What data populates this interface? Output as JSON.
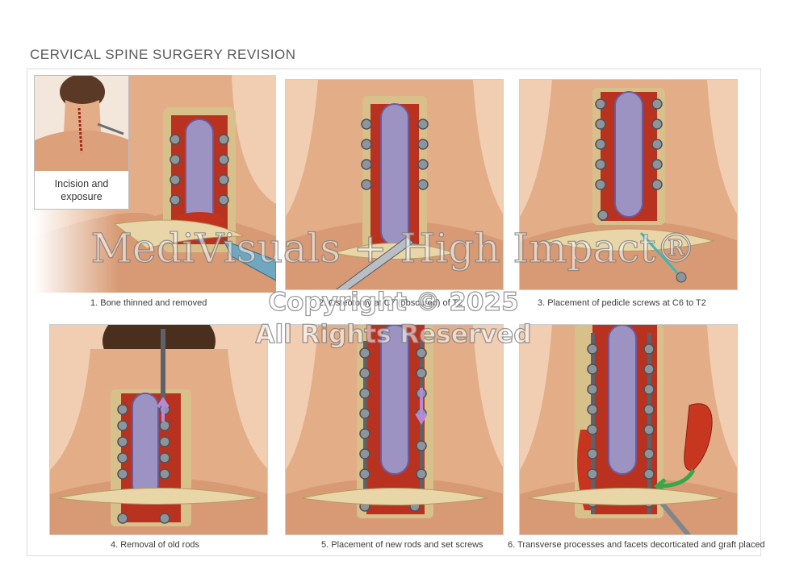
{
  "title": "CERVICAL SPINE SURGERY REVISION",
  "inset": {
    "caption_line1": "Incision and",
    "caption_line2": "exposure"
  },
  "panels": [
    {
      "caption": "1. Bone thinned and removed"
    },
    {
      "caption": "2. Osteotomy at C7 (obscured) of T2"
    },
    {
      "caption": "3. Placement of pedicle screws at C6 to T2"
    },
    {
      "caption": "4.  Removal of old rods"
    },
    {
      "caption": "5. Placement of new rods and set screws"
    },
    {
      "caption": "6. Transverse processes and facets decorticated and graft placed"
    }
  ],
  "watermark": {
    "line1": "MediVisuals + High Impact®",
    "line2": "Copyright © 2025",
    "line3": "All Rights Reserved"
  },
  "colors": {
    "skin": "#e6b38e",
    "bone": "#d9c28c",
    "cord": "#9d93c2",
    "blood": "#c2331e",
    "screw": "#8e949b",
    "arrow_purple": "#b38ad8",
    "arrow_green": "#3aa64a"
  }
}
